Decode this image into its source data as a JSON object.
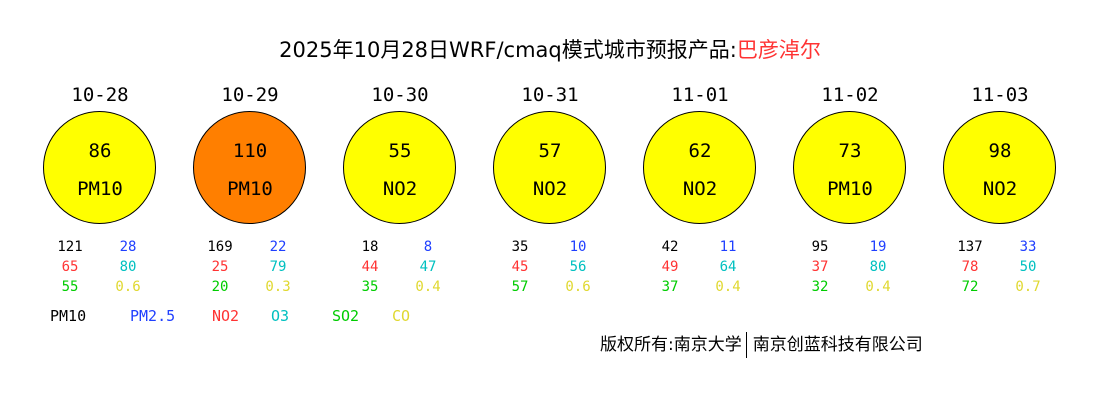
{
  "title": {
    "main": "2025年10月28日WRF/cmaq模式城市预报产品:",
    "city": "巴彦淖尔"
  },
  "colors": {
    "PM10": "#000000",
    "PM2.5": "#1f3fff",
    "NO2": "#ff3333",
    "O3": "#00c0c0",
    "SO2": "#00cc00",
    "CO": "#e0d830",
    "good": "#ffff00",
    "moderate": "#ff7f00"
  },
  "chart_data": {
    "type": "table",
    "title": "2025年10月28日WRF/cmaq模式城市预报产品:巴彦淖尔",
    "legend": [
      "PM10",
      "PM2.5",
      "NO2",
      "O3",
      "SO2",
      "CO"
    ],
    "days": [
      {
        "date": "10-28",
        "aqi": "86",
        "primary": "PM10",
        "level": "good",
        "pm10": "121",
        "pm25": "28",
        "no2": "65",
        "o3": "80",
        "so2": "55",
        "co": "0.6"
      },
      {
        "date": "10-29",
        "aqi": "110",
        "primary": "PM10",
        "level": "moderate",
        "pm10": "169",
        "pm25": "22",
        "no2": "25",
        "o3": "79",
        "so2": "20",
        "co": "0.3"
      },
      {
        "date": "10-30",
        "aqi": "55",
        "primary": "NO2",
        "level": "good",
        "pm10": "18",
        "pm25": "8",
        "no2": "44",
        "o3": "47",
        "so2": "35",
        "co": "0.4"
      },
      {
        "date": "10-31",
        "aqi": "57",
        "primary": "NO2",
        "level": "good",
        "pm10": "35",
        "pm25": "10",
        "no2": "45",
        "o3": "56",
        "so2": "57",
        "co": "0.6"
      },
      {
        "date": "11-01",
        "aqi": "62",
        "primary": "NO2",
        "level": "good",
        "pm10": "42",
        "pm25": "11",
        "no2": "49",
        "o3": "64",
        "so2": "37",
        "co": "0.4"
      },
      {
        "date": "11-02",
        "aqi": "73",
        "primary": "PM10",
        "level": "good",
        "pm10": "95",
        "pm25": "19",
        "no2": "37",
        "o3": "80",
        "so2": "32",
        "co": "0.4"
      },
      {
        "date": "11-03",
        "aqi": "98",
        "primary": "NO2",
        "level": "good",
        "pm10": "137",
        "pm25": "33",
        "no2": "78",
        "o3": "50",
        "so2": "72",
        "co": "0.7"
      }
    ]
  },
  "footer": {
    "copyright": "版权所有:南京大学",
    "company": "南京创蓝科技有限公司"
  }
}
